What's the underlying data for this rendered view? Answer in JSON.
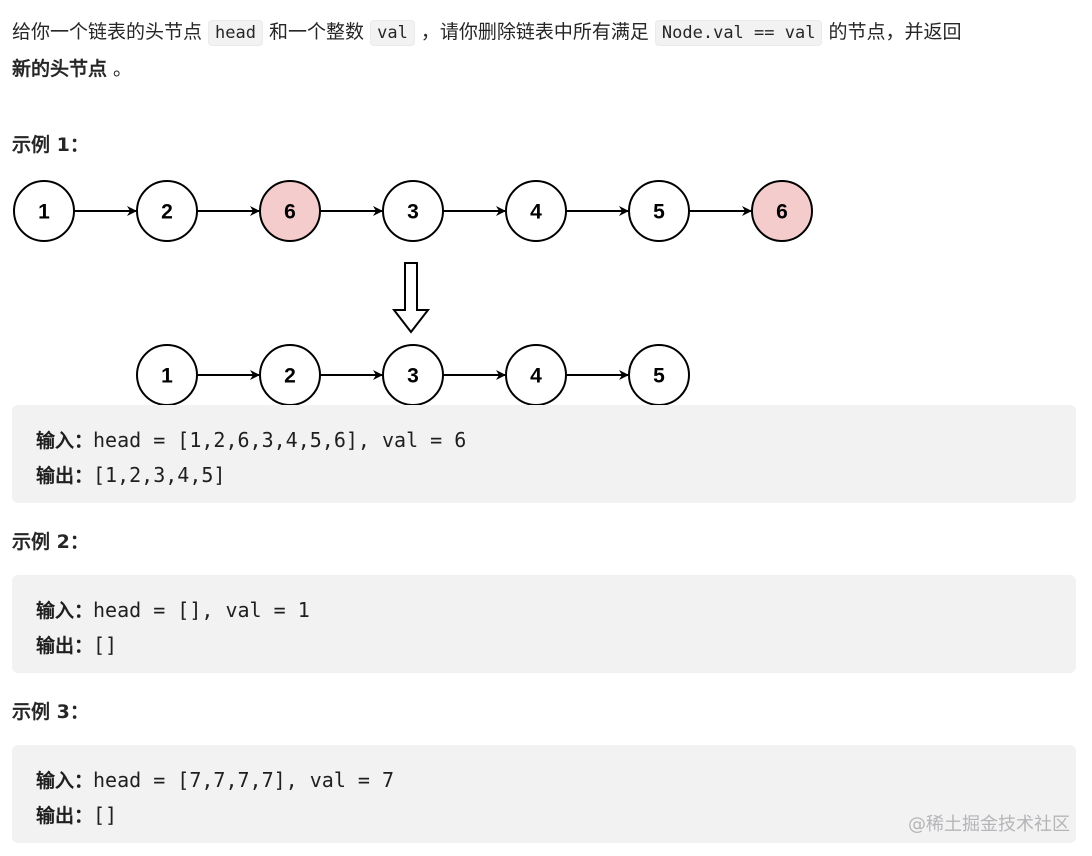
{
  "description": {
    "part1": "给你一个链表的头节点 ",
    "code_head": "head",
    "part2": " 和一个整数 ",
    "code_val": "val",
    "part3": " ，请你删除链表中所有满足 ",
    "code_cond": "Node.val == val",
    "part4": " 的节点，并返回 ",
    "bold_new_head": "新的头节点",
    "part5": " 。"
  },
  "examples": [
    {
      "heading": "示例 1：",
      "input_label": "输入：",
      "input_value": "head = [1,2,6,3,4,5,6], val = 6",
      "output_label": "输出：",
      "output_value": "[1,2,3,4,5]"
    },
    {
      "heading": "示例 2：",
      "input_label": "输入：",
      "input_value": "head = [], val = 1",
      "output_label": "输出：",
      "output_value": "[]"
    },
    {
      "heading": "示例 3：",
      "input_label": "输入：",
      "input_value": "head = [7,7,7,7], val = 7",
      "output_label": "输出：",
      "output_value": "[]"
    }
  ],
  "diagram": {
    "before": [
      {
        "label": "1",
        "removed": false
      },
      {
        "label": "2",
        "removed": false
      },
      {
        "label": "6",
        "removed": true
      },
      {
        "label": "3",
        "removed": false
      },
      {
        "label": "4",
        "removed": false
      },
      {
        "label": "5",
        "removed": false
      },
      {
        "label": "6",
        "removed": true
      }
    ],
    "after": [
      {
        "label": "1"
      },
      {
        "label": "2"
      },
      {
        "label": "3"
      },
      {
        "label": "4"
      },
      {
        "label": "5"
      }
    ],
    "colors": {
      "removed_fill": "#f4cccc",
      "node_fill": "#ffffff",
      "stroke": "#000000"
    }
  },
  "watermark": "@稀土掘金技术社区"
}
